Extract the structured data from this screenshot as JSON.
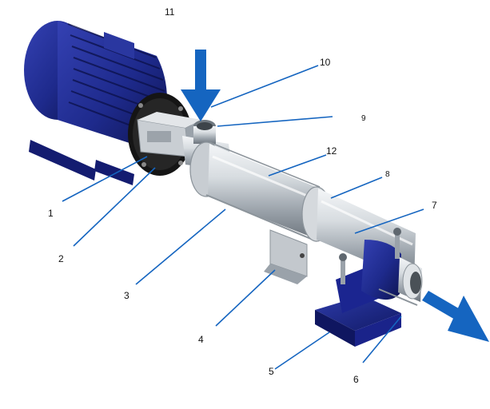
{
  "colors": {
    "motor_blue": "#1e2a8c",
    "motor_dark": "#0e1450",
    "steel_light": "#e8ebee",
    "steel_mid": "#b9c0c6",
    "steel_dark": "#7d868e",
    "arrow_blue": "#1565c0",
    "leader_blue": "#1565c0",
    "label_text": "#111111"
  },
  "callouts": [
    {
      "id": "1",
      "text": "1"
    },
    {
      "id": "2",
      "text": "2"
    },
    {
      "id": "3",
      "text": "3"
    },
    {
      "id": "4",
      "text": "4"
    },
    {
      "id": "5",
      "text": "5"
    },
    {
      "id": "6",
      "text": "6"
    },
    {
      "id": "7",
      "text": "7"
    },
    {
      "id": "8",
      "text": "8"
    },
    {
      "id": "9",
      "text": "9"
    },
    {
      "id": "10",
      "text": "10"
    },
    {
      "id": "11",
      "text": "11"
    },
    {
      "id": "12",
      "text": "12"
    }
  ],
  "flow": {
    "inlet_icon": "arrow-down-icon",
    "outlet_icon": "arrow-diagonal-icon"
  }
}
